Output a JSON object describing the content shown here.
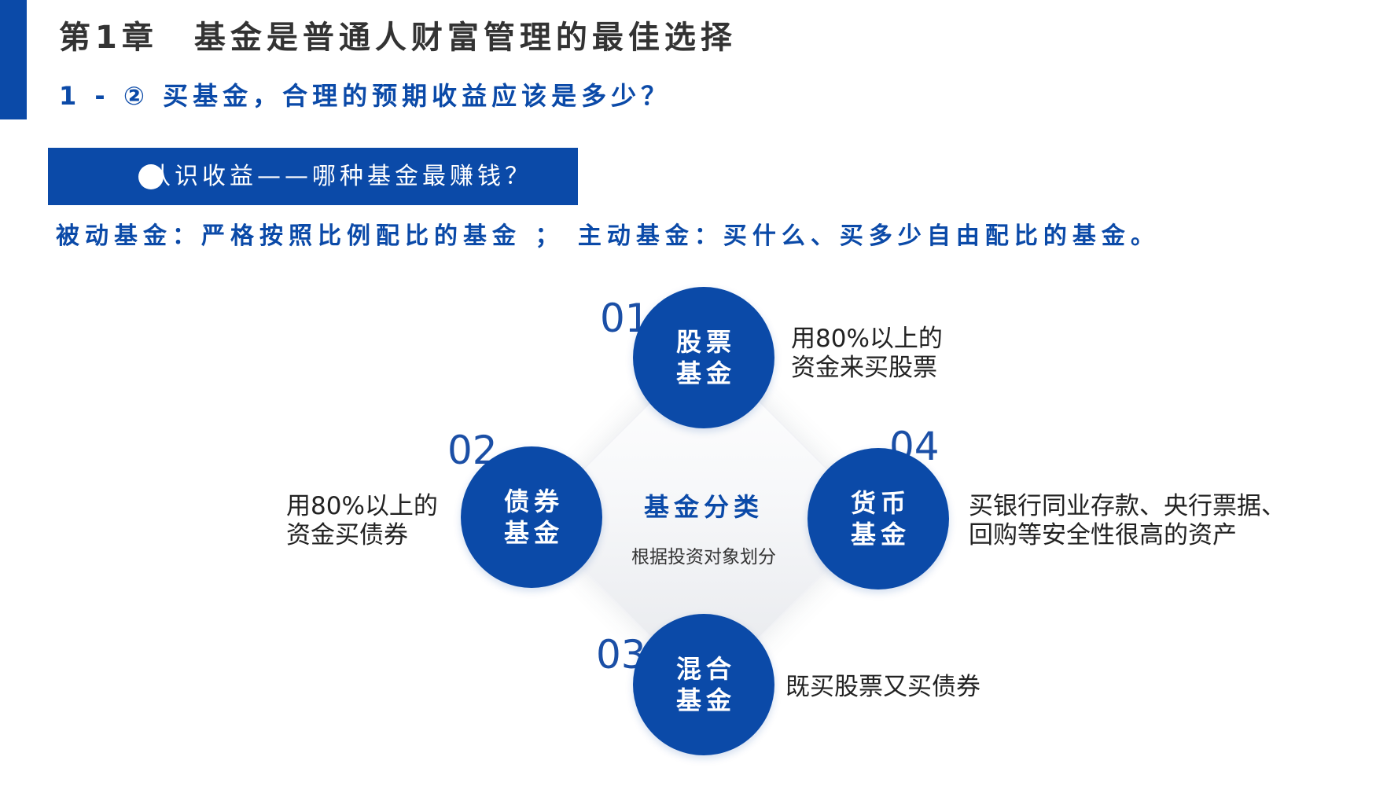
{
  "header": {
    "chapter_title": "第1章　基金是普通人财富管理的最佳选择",
    "subtitle": "1 - ② 买基金，合理的预期收益应该是多少？"
  },
  "banner": {
    "text": "认识收益——哪种基金最赚钱？"
  },
  "definition": "被动基金：严格按照比例配比的基金 ； 主动基金：买什么、买多少自由配比的基金。",
  "diagram": {
    "center_title": "基金分类",
    "center_subtitle": "根据投资对象划分",
    "items": [
      {
        "number": "01",
        "line1": "股票",
        "line2": "基金",
        "desc1": "用80%以上的",
        "desc2": "资金来买股票"
      },
      {
        "number": "02",
        "line1": "债券",
        "line2": "基金",
        "desc1": "用80%以上的",
        "desc2": "资金买债券"
      },
      {
        "number": "03",
        "line1": "混合",
        "line2": "基金",
        "desc1": "既买股票又买债券"
      },
      {
        "number": "04",
        "line1": "货币",
        "line2": "基金",
        "desc1": "买银行同业存款、央行票据、",
        "desc2": "回购等安全性很高的资产"
      }
    ]
  },
  "colors": {
    "accent": "#0b4aa8",
    "title_text": "#333333",
    "body_text": "#222222",
    "background": "#ffffff"
  }
}
